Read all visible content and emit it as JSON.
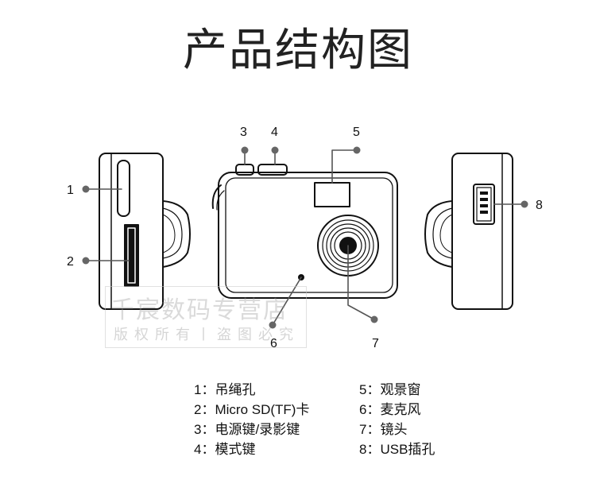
{
  "title": "产品结构图",
  "callouts": [
    "1",
    "2",
    "3",
    "4",
    "5",
    "6",
    "7",
    "8"
  ],
  "legend": {
    "left": [
      {
        "num": "1",
        "sep": "：",
        "text": "吊绳孔"
      },
      {
        "num": "2",
        "sep": "：",
        "text": "Micro SD(TF)卡"
      },
      {
        "num": "3",
        "sep": "：",
        "text": "电源键/录影键"
      },
      {
        "num": "4",
        "sep": "：",
        "text": "模式键"
      }
    ],
    "right": [
      {
        "num": "5",
        "sep": "：",
        "text": "观景窗"
      },
      {
        "num": "6",
        "sep": "：",
        "text": "麦克风"
      },
      {
        "num": "7",
        "sep": "：",
        "text": "镜头"
      },
      {
        "num": "8",
        "sep": "：",
        "text": "USB插孔"
      }
    ]
  },
  "watermark": {
    "line1": "千宸数码专营店",
    "line2": "版权所有丨盗图必究"
  }
}
